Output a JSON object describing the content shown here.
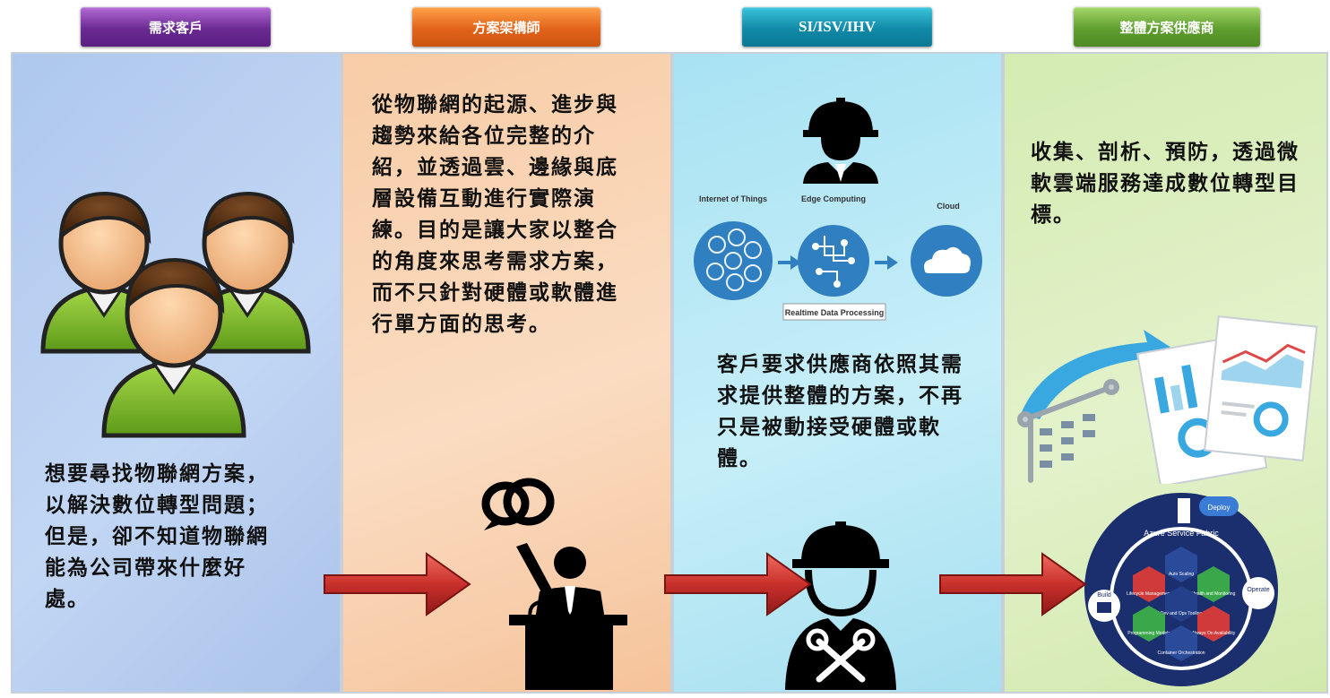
{
  "headers": {
    "customer": "需求客戶",
    "architect": "方案架構師",
    "si": "SI/ISV/IHV",
    "provider": "整體方案供應商"
  },
  "texts": {
    "customer": "想要尋找物聯網方案，以解決數位轉型問題；但是，卻不知道物聯網能為公司帶來什麼好處。",
    "architect": "從物聯網的起源、進步與趨勢來給各位完整的介紹，並透過雲、邊緣與底層設備互動進行實際演練。目的是讓大家以整合的角度來思考需求方案，而不只針對硬體或軟體進行單方面的思考。",
    "si": "客戶要求供應商依照其需求提供整體的方案，不再只是被動接受硬體或軟體。",
    "provider": "收集、剖析、預防，透過微軟雲端服務達成數位轉型目標。"
  },
  "iot_diagram": {
    "iot": "Internet of Things",
    "edge": "Edge Computing",
    "cloud": "Cloud",
    "realtime": "Realtime Data Processing"
  },
  "fabric_diagram": {
    "title": "Azure Service Fabric",
    "deploy": "Deploy",
    "build": "Build",
    "operate": "Operate",
    "hex_auto": "Auto Scaling",
    "hex_health": "Health and Monitoring",
    "hex_lifecycle": "Lifecycle Management",
    "hex_dev": "Dev and Ops Tooling",
    "hex_always": "Always On Availability",
    "hex_prog": "Programming Models",
    "hex_container": "Container Orchestration"
  },
  "colors": {
    "purple": "#6a2a92",
    "orange": "#e2631a",
    "teal": "#118aa8",
    "green": "#5e9e2e",
    "arrow_red": "#c9302c"
  }
}
